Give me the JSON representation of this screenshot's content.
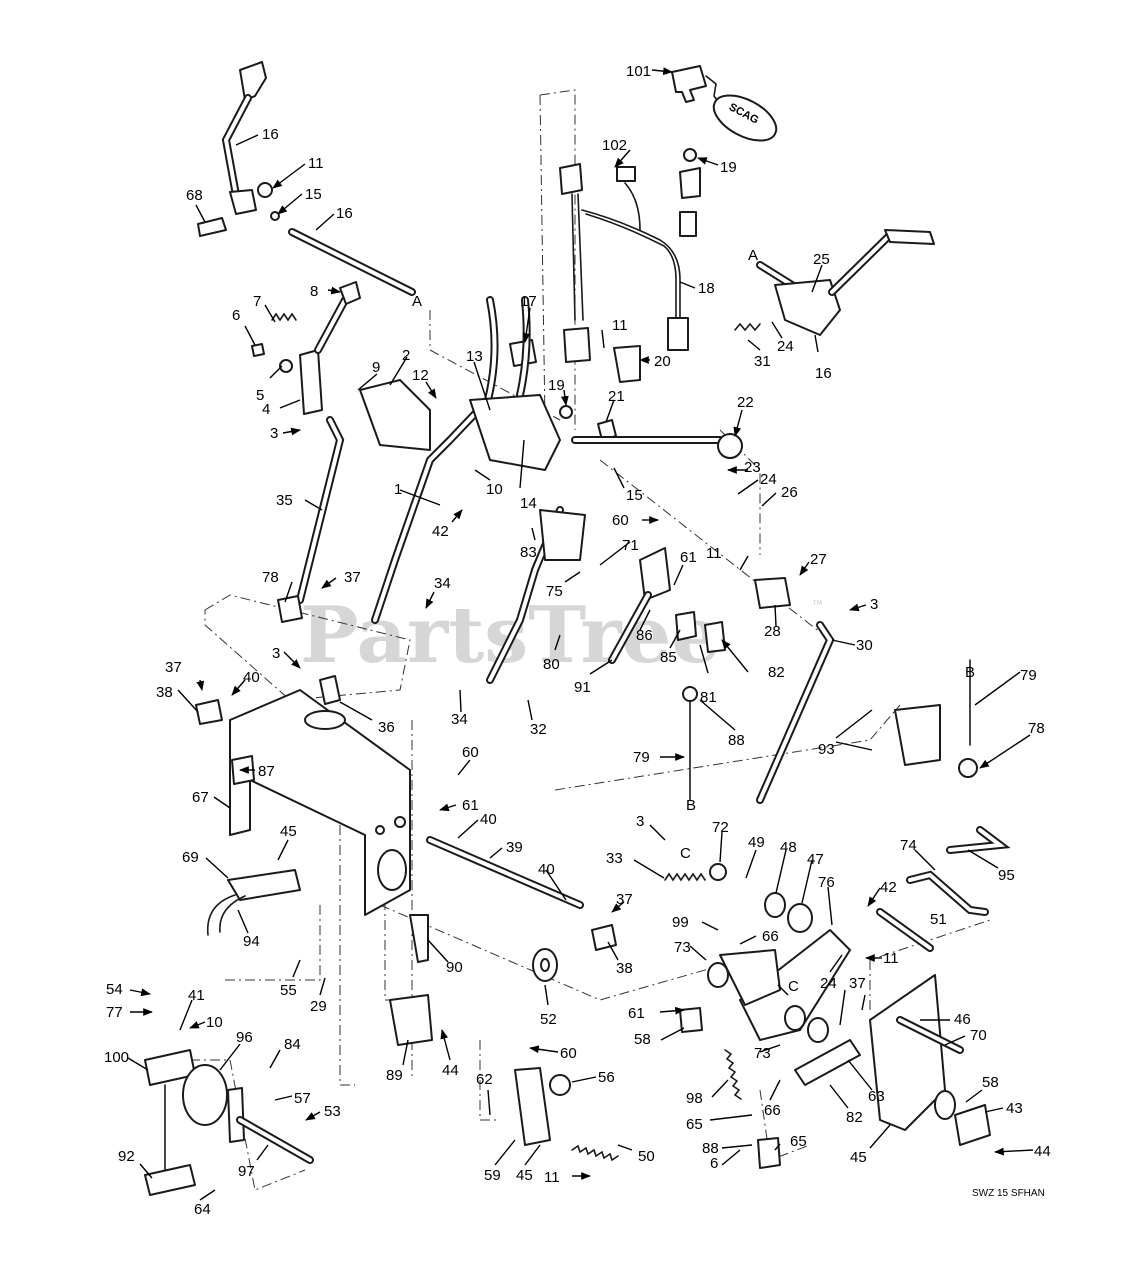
{
  "diagram": {
    "watermark": "PartsTree",
    "watermark_mark": "™",
    "footer_code": "SWZ 15 SFHAN",
    "key_tag_text": "SCAG",
    "callouts": [
      "101",
      "102",
      "19",
      "16",
      "11",
      "15",
      "68",
      "16",
      "17",
      "18",
      "A",
      "25",
      "8",
      "7",
      "6",
      "5",
      "4",
      "3",
      "9",
      "2",
      "13",
      "12",
      "19",
      "11",
      "20",
      "21",
      "22",
      "31",
      "24",
      "16",
      "1",
      "10",
      "14",
      "42",
      "15",
      "23",
      "24",
      "26",
      "35",
      "37",
      "78",
      "60",
      "83",
      "71",
      "75",
      "61",
      "11",
      "27",
      "34",
      "80",
      "86",
      "85",
      "82",
      "81",
      "28",
      "3",
      "30",
      "91",
      "37",
      "40",
      "38",
      "3",
      "36",
      "34",
      "32",
      "88",
      "B",
      "79",
      "78",
      "93",
      "79",
      "B",
      "87",
      "67",
      "60",
      "61",
      "40",
      "45",
      "39",
      "3",
      "72",
      "49",
      "48",
      "47",
      "74",
      "33",
      "40",
      "76",
      "42",
      "95",
      "69",
      "37",
      "99",
      "66",
      "51",
      "94",
      "90",
      "73",
      "38",
      "11",
      "24",
      "55",
      "29",
      "52",
      "37",
      "61",
      "46",
      "70",
      "54",
      "41",
      "58",
      "C",
      "73",
      "77",
      "10",
      "96",
      "84",
      "100",
      "89",
      "44",
      "60",
      "56",
      "62",
      "57",
      "53",
      "98",
      "66",
      "82",
      "63",
      "58",
      "43",
      "97",
      "92",
      "64",
      "59",
      "45",
      "11",
      "50",
      "65",
      "88",
      "65",
      "6",
      "45",
      "44",
      "C",
      "A"
    ]
  }
}
